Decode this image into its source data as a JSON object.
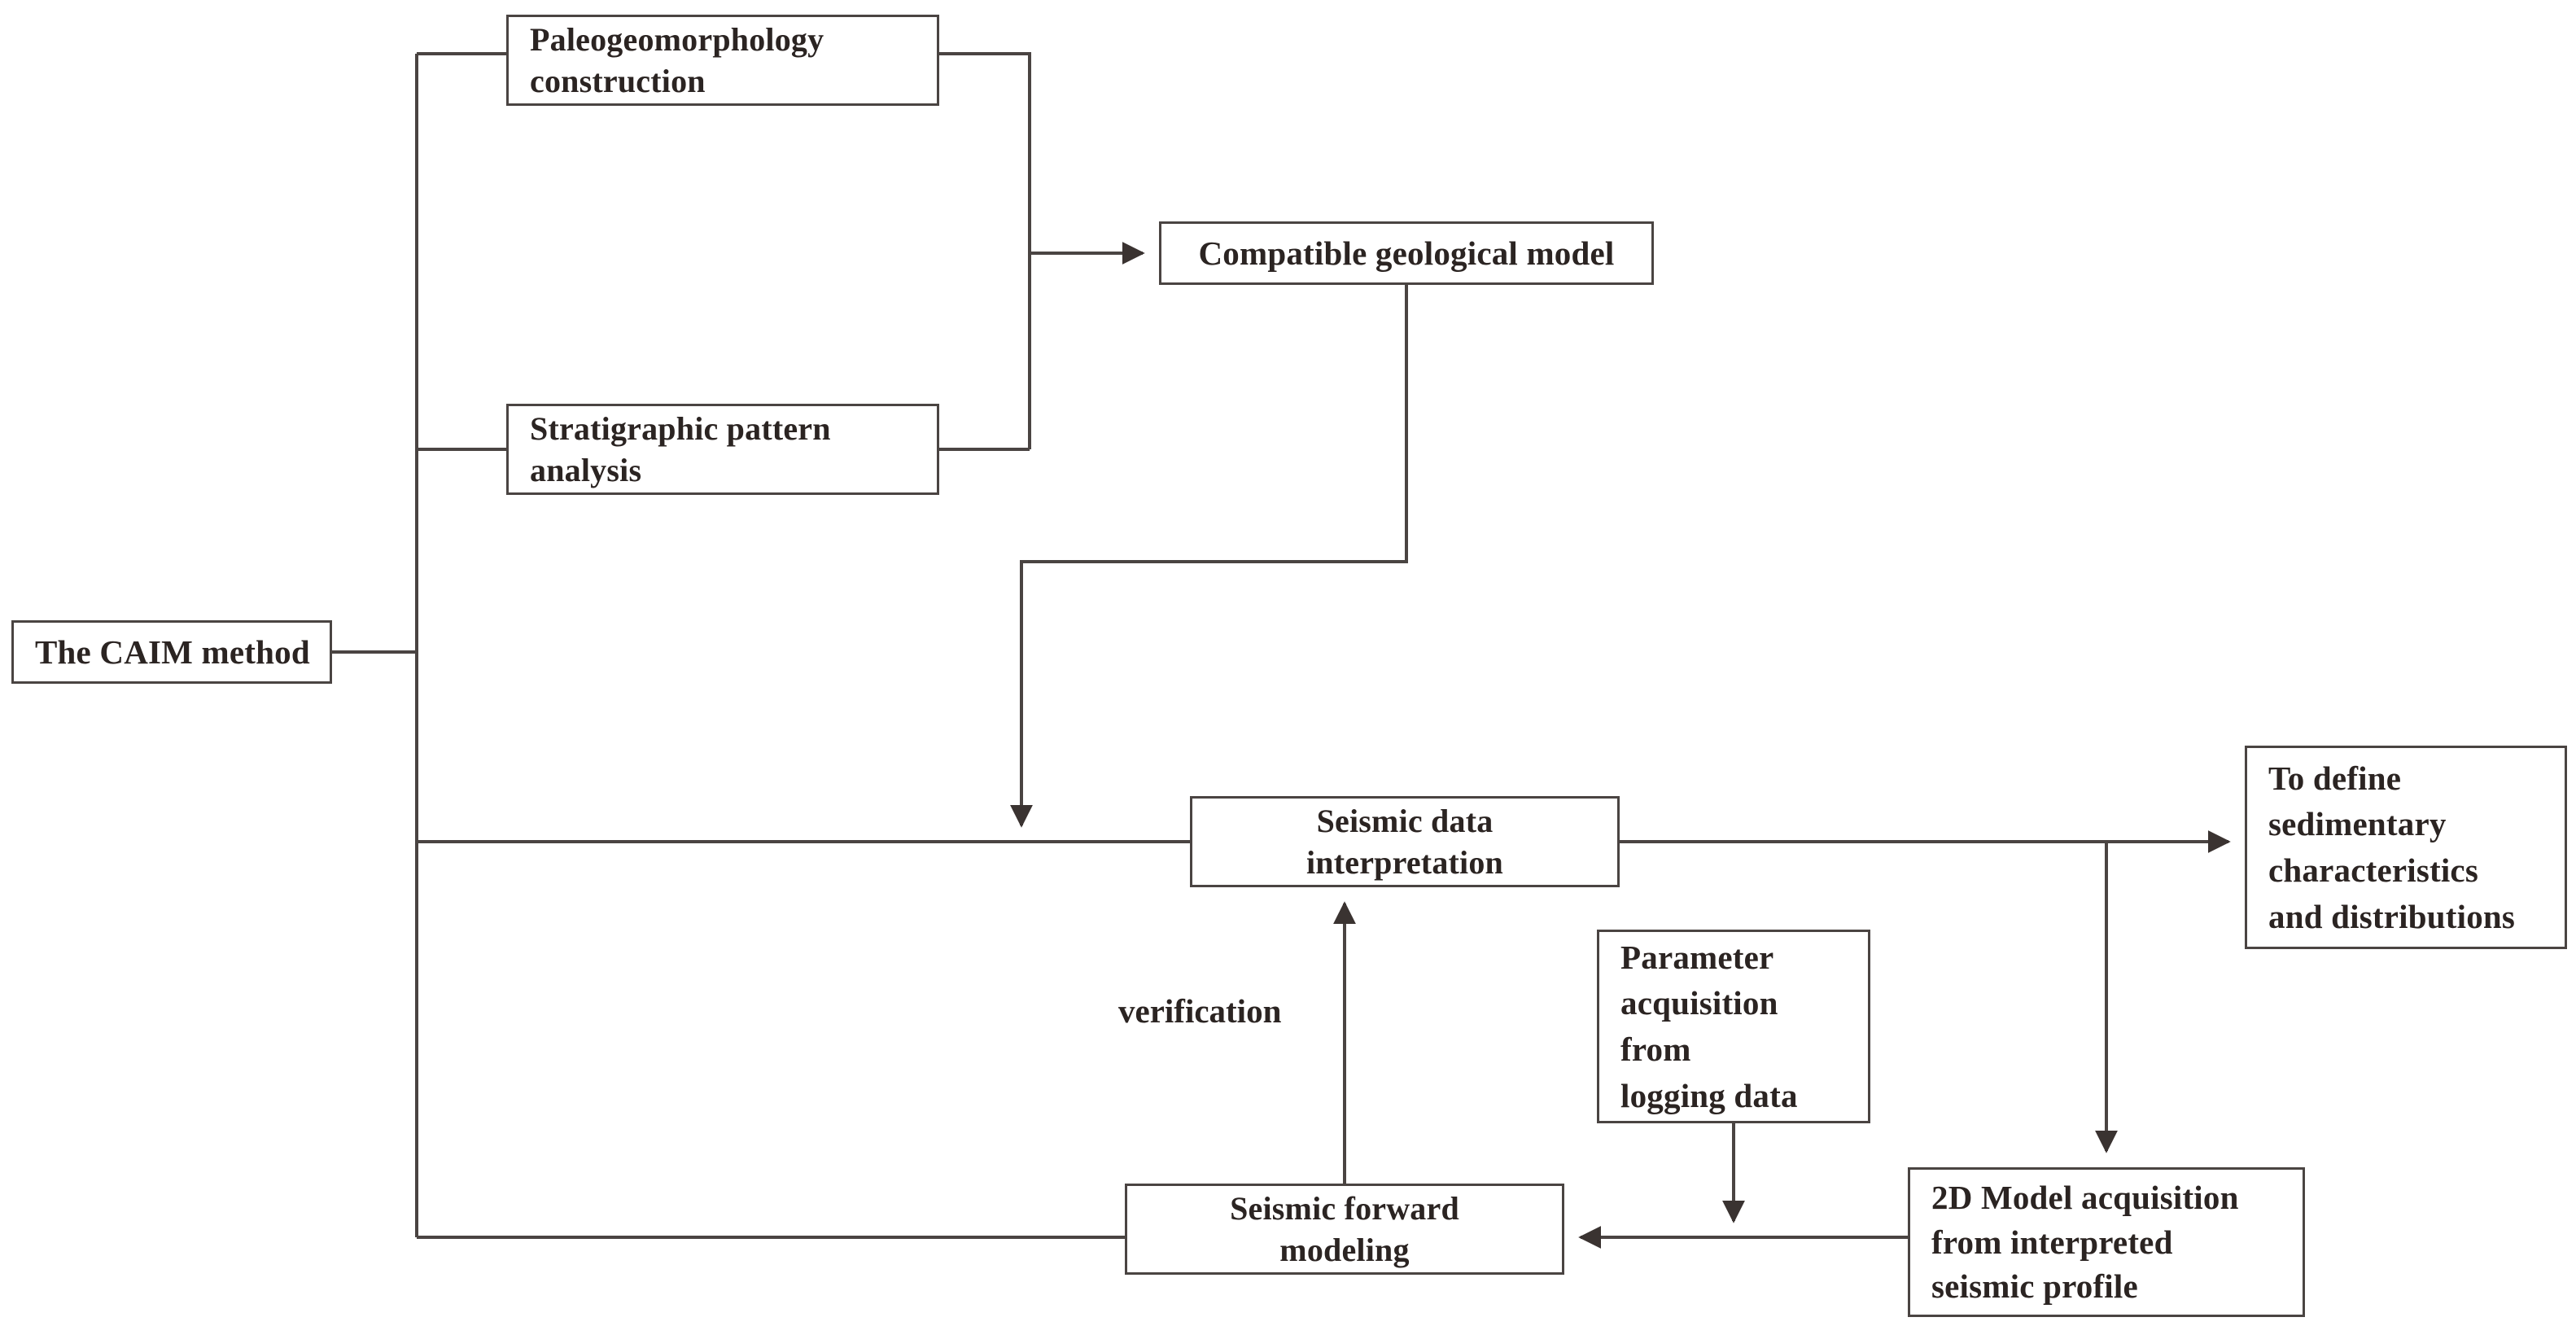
{
  "diagram": {
    "title": "The CAIM method workflow",
    "stroke_color": "#4a4442",
    "text_color": "#2b2422",
    "background": "#ffffff",
    "nodes": {
      "caim": "The CAIM  method",
      "paleogeomorphology": "Paleogeomorphology\nconstruction",
      "stratigraphic": "Stratigraphic pattern\nanalysis",
      "compatible_model": "Compatible geological model",
      "seismic_interpretation": "Seismic data\ninterpretation",
      "define_sedimentary": "To define\nsedimentary\ncharacteristics\nand distributions",
      "parameter_acquisition": "Parameter\nacquisition\nfrom\nlogging data",
      "model_2d": "2D Model acquisition\nfrom interpreted\nseismic profile",
      "seismic_forward": "Seismic forward\nmodeling"
    },
    "edge_labels": {
      "verification": "verification"
    },
    "connections": [
      {
        "from": "caim",
        "to": "paleogeomorphology",
        "arrow": false
      },
      {
        "from": "caim",
        "to": "stratigraphic",
        "arrow": false
      },
      {
        "from": "caim",
        "to": "seismic_interpretation",
        "arrow": false
      },
      {
        "from": "caim",
        "to": "seismic_forward",
        "arrow": false
      },
      {
        "from": "paleogeomorphology",
        "to": "compatible_model",
        "arrow": true
      },
      {
        "from": "stratigraphic",
        "to": "compatible_model",
        "arrow": true
      },
      {
        "from": "compatible_model",
        "to": "seismic_interpretation",
        "arrow": true
      },
      {
        "from": "seismic_interpretation",
        "to": "define_sedimentary",
        "arrow": true
      },
      {
        "from": "seismic_interpretation",
        "to": "model_2d",
        "arrow": true
      },
      {
        "from": "model_2d",
        "to": "seismic_forward",
        "arrow": true
      },
      {
        "from": "parameter_acquisition",
        "to": "seismic_forward",
        "arrow": true
      },
      {
        "from": "seismic_forward",
        "to": "seismic_interpretation",
        "arrow": true,
        "label": "verification"
      }
    ]
  }
}
